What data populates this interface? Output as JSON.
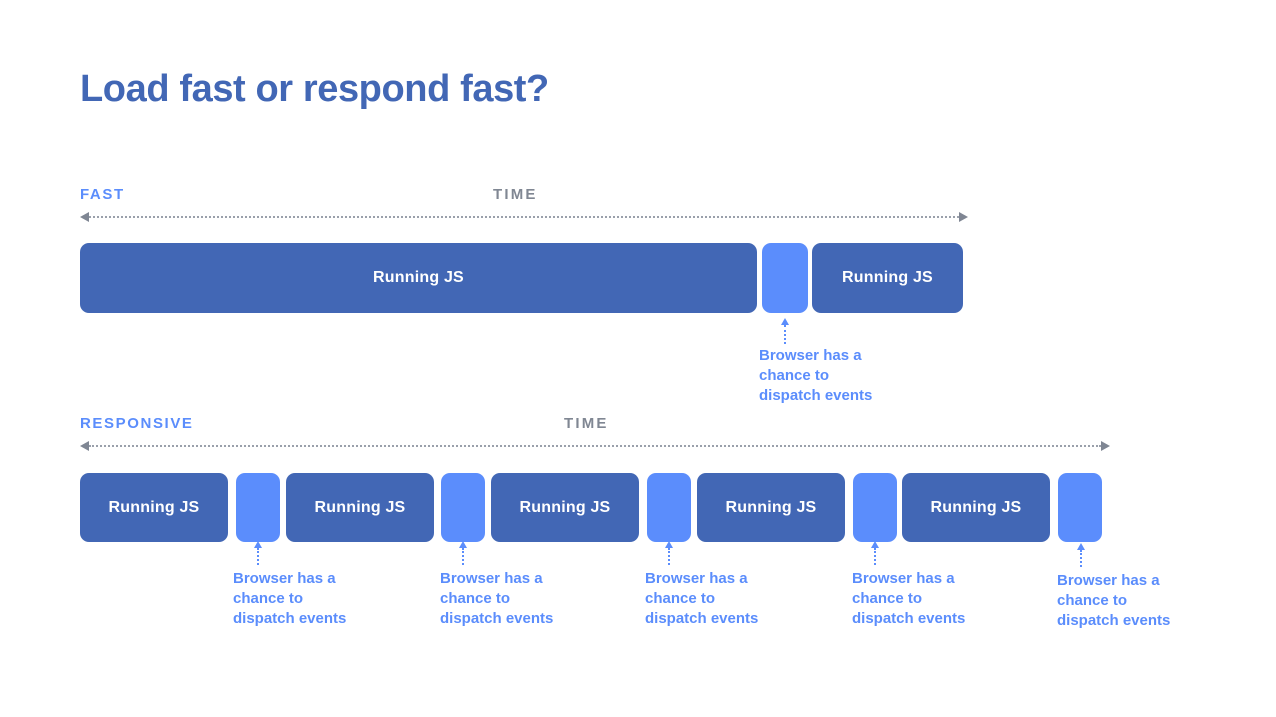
{
  "slide": {
    "title": "Load fast or respond fast?",
    "background_color": "#ffffff",
    "title_color": "#4267B5"
  },
  "colors": {
    "js_block": "#4267B5",
    "gap_block": "#5B8DFC",
    "axis": "#9aa0ab",
    "time_label": "#808793",
    "callout_text": "#5B8DFC"
  },
  "sections": [
    {
      "lane_label": "FAST",
      "time_label": "TIME",
      "blocks": [
        {
          "kind": "js",
          "label": "Running JS"
        },
        {
          "kind": "gap",
          "label": ""
        },
        {
          "kind": "js",
          "label": "Running JS"
        }
      ],
      "callouts": [
        {
          "text": "Browser has a\nchance to\ndispatch events"
        }
      ]
    },
    {
      "lane_label": "RESPONSIVE",
      "time_label": "TIME",
      "blocks": [
        {
          "kind": "js",
          "label": "Running JS"
        },
        {
          "kind": "gap",
          "label": ""
        },
        {
          "kind": "js",
          "label": "Running JS"
        },
        {
          "kind": "gap",
          "label": ""
        },
        {
          "kind": "js",
          "label": "Running JS"
        },
        {
          "kind": "gap",
          "label": ""
        },
        {
          "kind": "js",
          "label": "Running JS"
        },
        {
          "kind": "gap",
          "label": ""
        },
        {
          "kind": "js",
          "label": "Running JS"
        },
        {
          "kind": "gap",
          "label": ""
        }
      ],
      "callouts": [
        {
          "text": "Browser has a\nchance to\ndispatch events"
        },
        {
          "text": "Browser has a\nchance to\ndispatch events"
        },
        {
          "text": "Browser has a\nchance to\ndispatch events"
        },
        {
          "text": "Browser has a\nchance to\ndispatch events"
        },
        {
          "text": "Browser has a\nchance to\ndispatch events"
        }
      ]
    }
  ]
}
